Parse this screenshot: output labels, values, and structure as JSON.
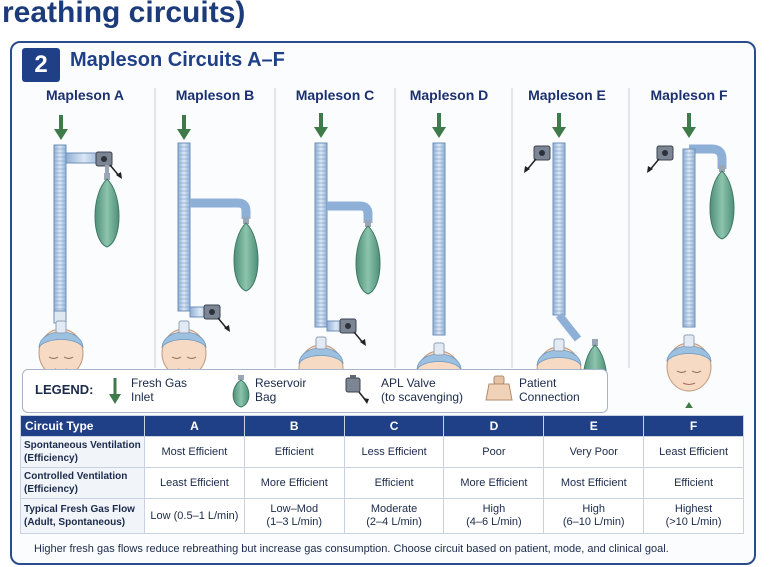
{
  "header": {
    "partial_title": "reathing circuits)"
  },
  "panel": {
    "number": "2",
    "title": "Mapleson Circuits A–F"
  },
  "circuits": [
    {
      "name": "Mapleson A"
    },
    {
      "name": "Mapleson B"
    },
    {
      "name": "Mapleson C"
    },
    {
      "name": "Mapleson D"
    },
    {
      "name": "Mapleson E"
    },
    {
      "name": "Mapleson F"
    }
  ],
  "legend": {
    "title": "LEGEND:",
    "items": [
      {
        "icon": "fresh-gas-arrow",
        "line1": "Fresh Gas",
        "line2": "Inlet"
      },
      {
        "icon": "reservoir-bag",
        "line1": "Reservoir",
        "line2": "Bag"
      },
      {
        "icon": "apl-valve",
        "line1": "APL Valve",
        "line2": "(to scavenging)"
      },
      {
        "icon": "patient-connection",
        "line1": "Patient",
        "line2": "Connection"
      }
    ]
  },
  "table": {
    "headers": [
      "Circuit Type",
      "A",
      "B",
      "C",
      "D",
      "E",
      "F"
    ],
    "rows": [
      {
        "label1": "Spontaneous Ventilation",
        "label2": "(Efficiency)",
        "cells": [
          [
            "Most Efficient"
          ],
          [
            "Efficient"
          ],
          [
            "Less Efficient"
          ],
          [
            "Poor"
          ],
          [
            "Very Poor"
          ],
          [
            "Least Efficient"
          ]
        ]
      },
      {
        "label1": "Controlled Ventilation",
        "label2": "(Efficiency)",
        "cells": [
          [
            "Least Efficient"
          ],
          [
            "More Efficient"
          ],
          [
            "Efficient"
          ],
          [
            "More Efficient"
          ],
          [
            "Most Efficient"
          ],
          [
            "Efficient"
          ]
        ]
      },
      {
        "label1": "Typical Fresh Gas Flow",
        "label2": "(Adult, Spontaneous)",
        "cells": [
          [
            "Low (0.5–1 L/min)"
          ],
          [
            "Low–Mod",
            "(1–3 L/min)"
          ],
          [
            "Moderate",
            "(2–4 L/min)"
          ],
          [
            "High",
            "(4–6 L/min)"
          ],
          [
            "High",
            "(6–10 L/min)"
          ],
          [
            "Highest",
            "(>10 L/min)"
          ]
        ]
      }
    ]
  },
  "footnote": "Higher fresh gas flows reduce rebreathing but increase gas consumption. Choose circuit based on patient, mode, and clinical goal.",
  "colors": {
    "navy": "#1f3f86",
    "tube": "#b9cde6",
    "bag": "#6fae96",
    "arrow": "#3f7a4a",
    "skin": "#f5d7c0",
    "hair": "#9cc0e0"
  }
}
